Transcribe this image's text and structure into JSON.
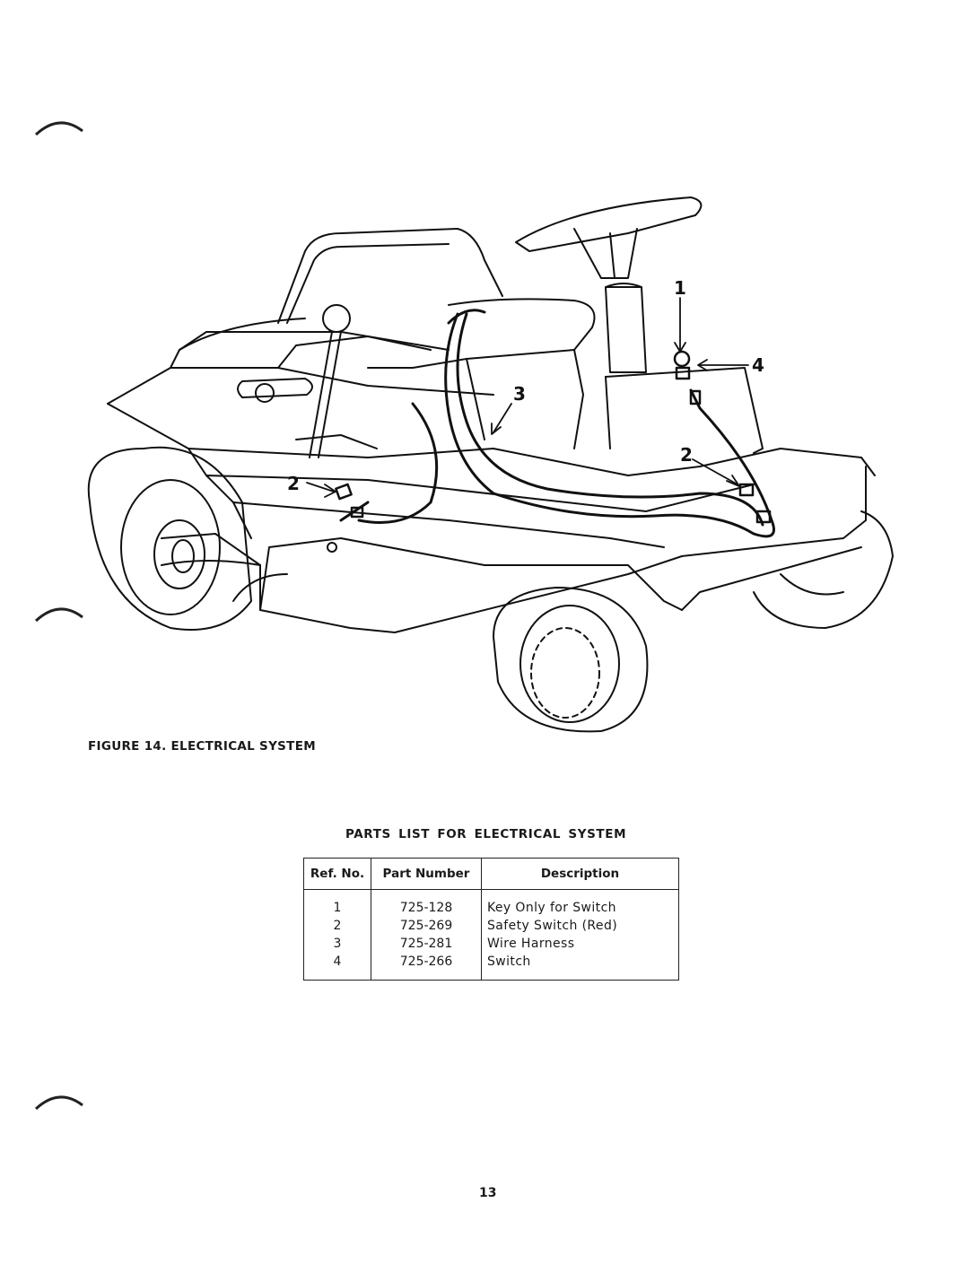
{
  "figure": {
    "caption": "FIGURE 14. ELECTRICAL SYSTEM",
    "callouts": {
      "c1": "1",
      "c2_left": "2",
      "c2_right": "2",
      "c3": "3",
      "c4": "4"
    }
  },
  "parts_list": {
    "title": "PARTS LIST FOR ELECTRICAL SYSTEM",
    "headers": {
      "ref": "Ref. No.",
      "part": "Part Number",
      "desc": "Description"
    },
    "rows": [
      {
        "ref": "1",
        "part": "725-128",
        "desc": "Key Only for Switch"
      },
      {
        "ref": "2",
        "part": "725-269",
        "desc": "Safety Switch (Red)"
      },
      {
        "ref": "3",
        "part": "725-281",
        "desc": "Wire Harness"
      },
      {
        "ref": "4",
        "part": "725-266",
        "desc": "Switch"
      }
    ]
  },
  "page_number": "13"
}
